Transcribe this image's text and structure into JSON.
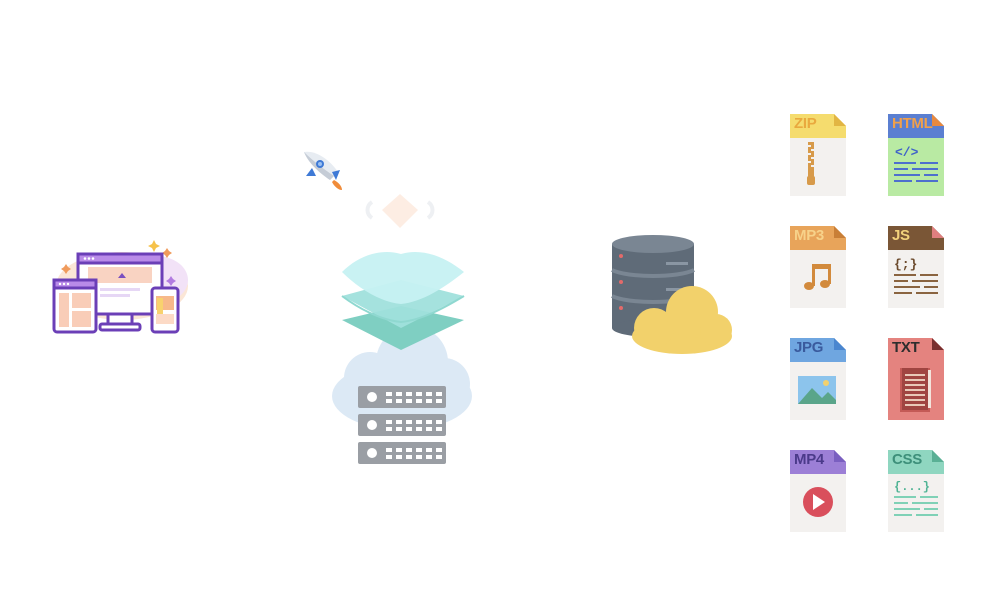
{
  "files": [
    {
      "label": "ZIP",
      "icon": "zip-icon",
      "header": "#f5dc6e",
      "text": "#e9a93e",
      "body": "#f3f1ef"
    },
    {
      "label": "HTML",
      "icon": "html-icon",
      "header": "#5b7fd1",
      "text": "#f0a04b",
      "body": "#b9eaa3"
    },
    {
      "label": "MP3",
      "icon": "mp3-icon",
      "header": "#e8a45a",
      "text": "#f7d28a",
      "body": "#f3f1ef"
    },
    {
      "label": "JS",
      "icon": "js-icon",
      "header": "#7a5636",
      "text": "#f2d27c",
      "body": "#f3f1ef"
    },
    {
      "label": "JPG",
      "icon": "jpg-icon",
      "header": "#6fa6e0",
      "text": "#3a5b9e",
      "body": "#f3f1ef"
    },
    {
      "label": "TXT",
      "icon": "txt-icon",
      "header": "#e4837f",
      "text": "#2d2d2d",
      "body": "#e4837f"
    },
    {
      "label": "MP4",
      "icon": "mp4-icon",
      "header": "#9c7fd6",
      "text": "#4b3a8a",
      "body": "#f3f1ef"
    },
    {
      "label": "CSS",
      "icon": "css-icon",
      "header": "#8fd6c0",
      "text": "#3d8f7a",
      "body": "#f3f1ef"
    }
  ]
}
